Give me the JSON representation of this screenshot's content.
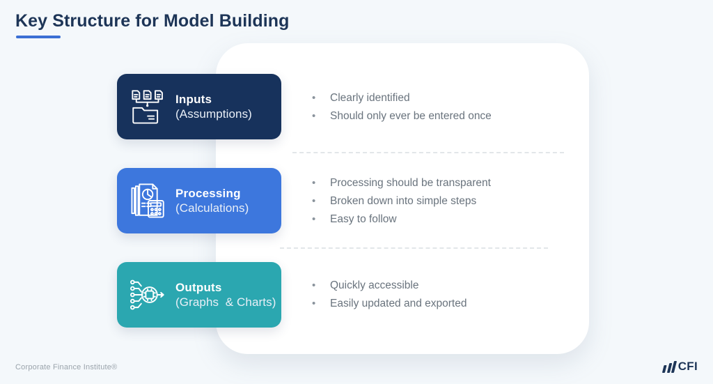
{
  "slide": {
    "title": "Key Structure for Model Building",
    "background_color": "#f4f8fb",
    "panel_color": "#ffffff",
    "accent_color": "#3b6fd4"
  },
  "sections": [
    {
      "key": "inputs",
      "card_title": "Inputs",
      "card_subtitle": "(Assumptions)",
      "card_color": "#17325c",
      "icon": "documents-into-folder-icon",
      "bullets": [
        "Clearly identified",
        "Should only ever be entered once"
      ]
    },
    {
      "key": "processing",
      "card_title": "Processing",
      "card_subtitle": "(Calculations)",
      "card_color": "#3d77dd",
      "icon": "documents-piechart-calculator-icon",
      "bullets": [
        "Processing should be transparent",
        "Broken down into simple steps",
        "Easy to follow"
      ]
    },
    {
      "key": "outputs",
      "card_title": "Outputs",
      "card_subtitle": "(Graphs  & Charts)",
      "card_color": "#2ba7b0",
      "icon": "circuit-chip-output-icon",
      "bullets": [
        "Quickly accessible",
        "Easily updated and exported"
      ]
    }
  ],
  "bullet_marker": "•",
  "footer": {
    "copyright": "Corporate Finance Institute®",
    "logo_text": "CFI"
  }
}
